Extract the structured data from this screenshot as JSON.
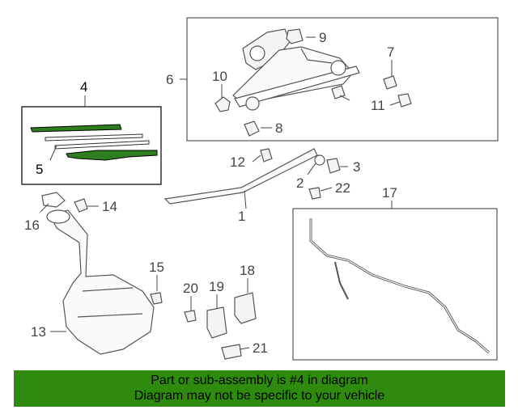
{
  "callouts": {
    "c1": "1",
    "c2": "2",
    "c3": "3",
    "c4": "4",
    "c5": "5",
    "c6": "6",
    "c7": "7",
    "c8": "8",
    "c9": "9",
    "c10": "10",
    "c11": "11",
    "c12": "12",
    "c13": "13",
    "c14": "14",
    "c15": "15",
    "c16": "16",
    "c17": "17",
    "c18": "18",
    "c19": "19",
    "c20": "20",
    "c21": "21",
    "c22": "22"
  },
  "banner": {
    "line1": "Part or sub-assembly is #4 in diagram",
    "line2": "Diagram may not be specific to your vehicle",
    "color": "#2e8b0e"
  },
  "highlight_color": "#2e7d1e"
}
